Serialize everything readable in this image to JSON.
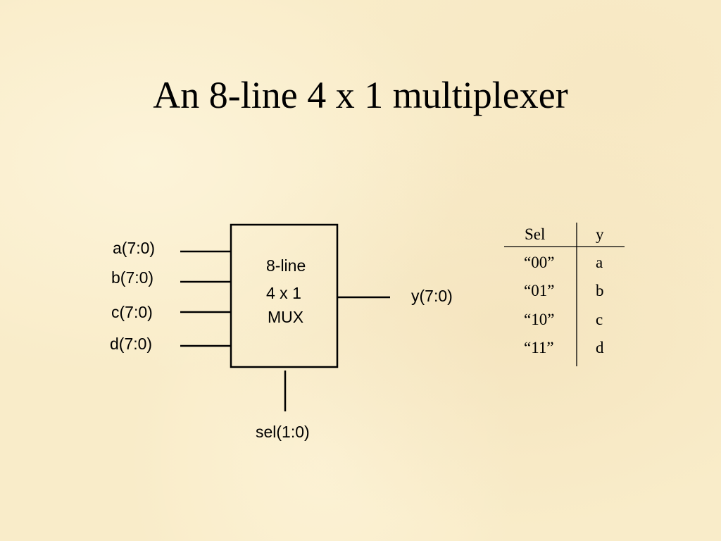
{
  "title": "An 8-line 4 x 1 multiplexer",
  "mux": {
    "label_line1": "8-line",
    "label_line2": "4 x 1",
    "label_line3": "MUX"
  },
  "inputs": [
    "a(7:0)",
    "b(7:0)",
    "c(7:0)",
    "d(7:0)"
  ],
  "output": "y(7:0)",
  "select": "sel(1:0)",
  "truth_table": {
    "headers": [
      "Sel",
      "y"
    ],
    "rows": [
      [
        "“00”",
        "a"
      ],
      [
        "“01”",
        "b"
      ],
      [
        "“10”",
        "c"
      ],
      [
        "“11”",
        "d"
      ]
    ]
  }
}
